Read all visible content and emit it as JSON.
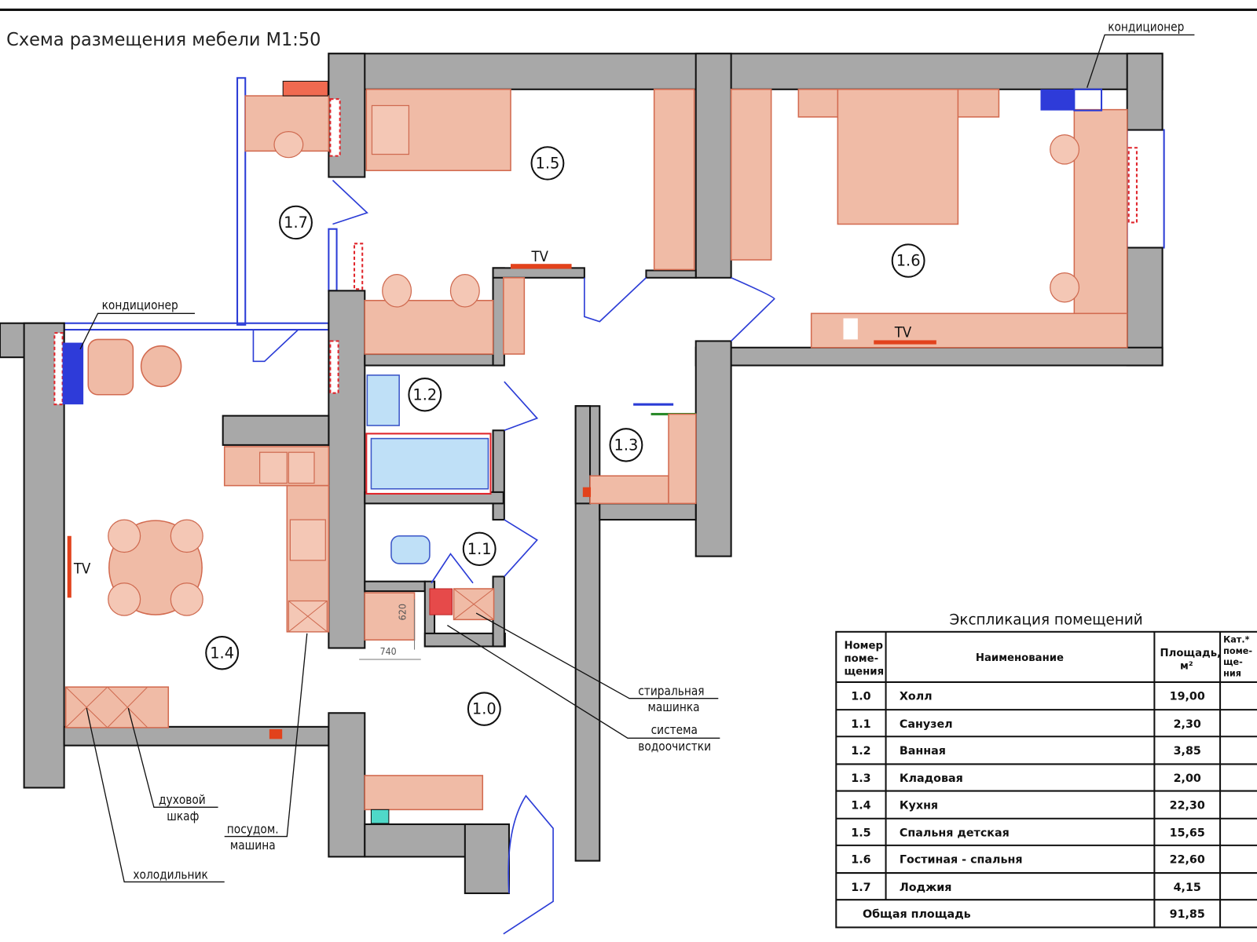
{
  "title": "Схема размещения мебели  М1:50",
  "annotations": {
    "ac_top": "кондиционер",
    "ac_left": "кондиционер",
    "tv_15": "TV",
    "tv_16": "TV",
    "tv_14": "TV",
    "washer_1": "стиральная",
    "washer_2": "машинка",
    "filter_1": "система",
    "filter_2": "водоочистки",
    "oven_1": "духовой",
    "oven_2": "шкаф",
    "dish_1": "посудом.",
    "dish_2": "машина",
    "fridge": "холодильник",
    "dim_620": "620",
    "dim_740": "740"
  },
  "rooms": {
    "r10": "1.0",
    "r11": "1.1",
    "r12": "1.2",
    "r13": "1.3",
    "r14": "1.4",
    "r15": "1.5",
    "r16": "1.6",
    "r17": "1.7"
  },
  "explication": {
    "title": "Экспликация помещений",
    "headers": {
      "num": [
        "Номер",
        "поме-",
        "щения"
      ],
      "name": "Наименование",
      "area": [
        "Площадь,",
        "м²"
      ],
      "cat": [
        "Кат.*",
        "поме-",
        "ще-",
        "ния"
      ]
    },
    "rows": [
      {
        "num": "1.0",
        "name": "Холл",
        "area": "19,00"
      },
      {
        "num": "1.1",
        "name": "Санузел",
        "area": "2,30"
      },
      {
        "num": "1.2",
        "name": "Ванная",
        "area": "3,85"
      },
      {
        "num": "1.3",
        "name": "Кладовая",
        "area": "2,00"
      },
      {
        "num": "1.4",
        "name": "Кухня",
        "area": "22,30"
      },
      {
        "num": "1.5",
        "name": "Спальня детская",
        "area": "15,65"
      },
      {
        "num": "1.6",
        "name": "Гостиная - спальня",
        "area": "22,60"
      },
      {
        "num": "1.7",
        "name": "Лоджия",
        "area": "4,15"
      }
    ],
    "total_label": "Общая площадь",
    "total_value": "91,85"
  }
}
